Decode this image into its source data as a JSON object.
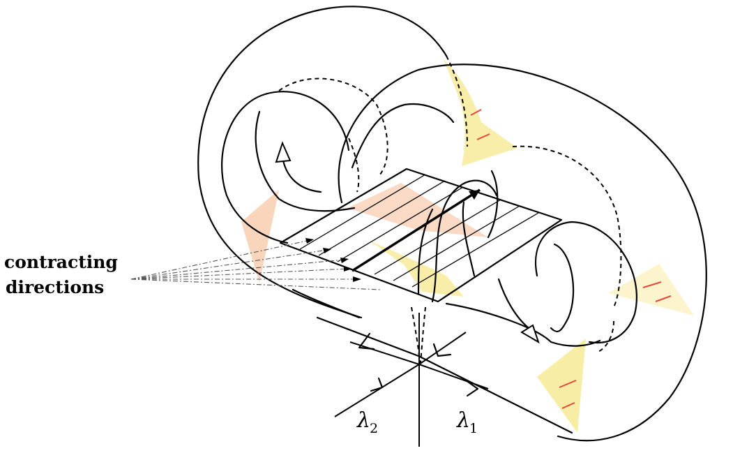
{
  "labels": {
    "contracting_line1": "contracting",
    "contracting_line2": "directions",
    "lambda1_symbol": "λ",
    "lambda1_sub": "1",
    "lambda2_symbol": "λ",
    "lambda2_sub": "2"
  },
  "colors": {
    "stroke": "#000000",
    "yellow_fill": "#f7ecA0",
    "peach_fill": "#f8ceb0",
    "red_mark": "#e8463a"
  }
}
